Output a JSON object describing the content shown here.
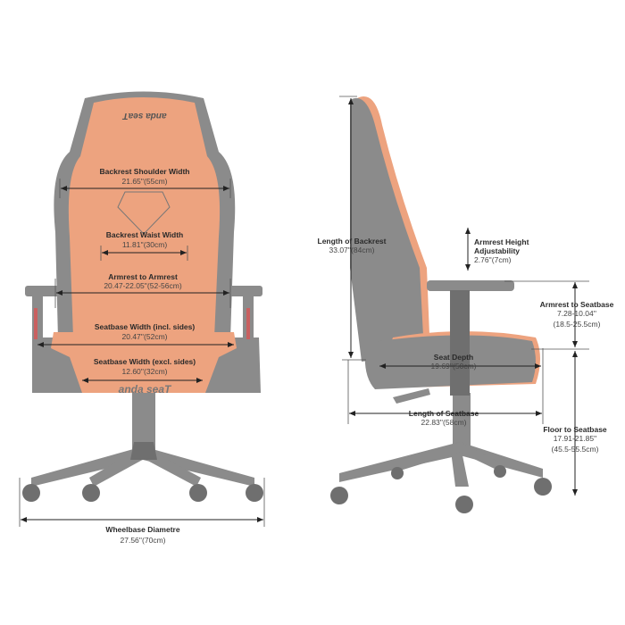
{
  "brand_logo_text": "anda seaT",
  "colors": {
    "upholstery_orange": "#eda37f",
    "frame_gray": "#8b8b8b",
    "dimension_line": "#222222"
  },
  "front_view": {
    "backrest_shoulder_width": {
      "label": "Backrest Shoulder Width",
      "value": "21.65''(55cm)"
    },
    "backrest_waist_width": {
      "label": "Backrest Waist Width",
      "value": "11.81''(30cm)"
    },
    "armrest_to_armrest": {
      "label": "Armrest to Armrest",
      "value": "20.47-22.05''(52-56cm)"
    },
    "seatbase_width_incl": {
      "label": "Seatbase Width (incl. sides)",
      "value": "20.47''(52cm)"
    },
    "seatbase_width_excl": {
      "label": "Seatbase Width (excl. sides)",
      "value": "12.60''(32cm)"
    },
    "wheelbase_diametre": {
      "label": "Wheelbase Diametre",
      "value": "27.56''(70cm)"
    }
  },
  "side_view": {
    "length_of_backrest": {
      "label": "Length of Backrest",
      "value": "33.07''(84cm)"
    },
    "armrest_height_adjustability": {
      "label": "Armrest Height",
      "label2": "Adjustability",
      "value": "2.76''(7cm)"
    },
    "armrest_to_seatbase": {
      "label": "Armrest to Seatbase",
      "value": "7.28-10.04''",
      "value_cm": "(18.5-25.5cm)"
    },
    "seat_depth": {
      "label": "Seat Depth",
      "value": "19.69''(50cm)"
    },
    "length_of_seatbase": {
      "label": "Length of Seatbase",
      "value": "22.83''(58cm)"
    },
    "floor_to_seatbase": {
      "label": "Floor to Seatbase",
      "value": "17.91-21.85''",
      "value_cm": "(45.5-55.5cm)"
    }
  }
}
